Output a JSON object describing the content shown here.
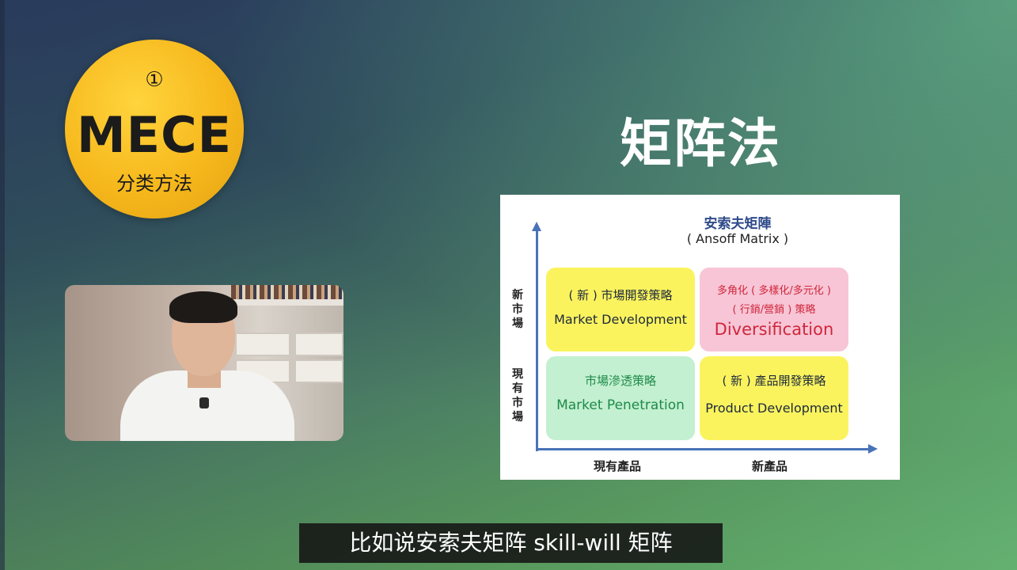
{
  "badge": {
    "number": "①",
    "title": "MECE",
    "subtitle": "分类方法",
    "color": "#f6b81c"
  },
  "slide": {
    "title": "矩阵法"
  },
  "matrix": {
    "title": "安索夫矩陣",
    "subtitle": "( Ansoff Matrix )",
    "y_labels": {
      "top": "新市場",
      "bottom": "現有市場"
    },
    "x_labels": {
      "left": "現有產品",
      "right": "新產品"
    },
    "cells": {
      "top_left": {
        "cn": "( 新 ) 市場開發策略",
        "en": "Market Development",
        "color": "#fbf35e"
      },
      "top_right": {
        "cn": "多角化 ( 多樣化/多元化 )",
        "cn2": "( 行銷/營銷 ) 策略",
        "en": "Diversification",
        "color": "#f7c5d6",
        "en_color": "#d0263b"
      },
      "bottom_left": {
        "cn": "市場滲透策略",
        "en": "Market Penetration",
        "color": "#c3f0d0",
        "text_color": "#1f8a4a"
      },
      "bottom_right": {
        "cn": "( 新 ) 產品開發策略",
        "en": "Product Development",
        "color": "#fbf35e"
      }
    },
    "axis_color": "#4a72b8"
  },
  "caption": {
    "text": "比如说安索夫矩阵 skill-will 矩阵"
  }
}
